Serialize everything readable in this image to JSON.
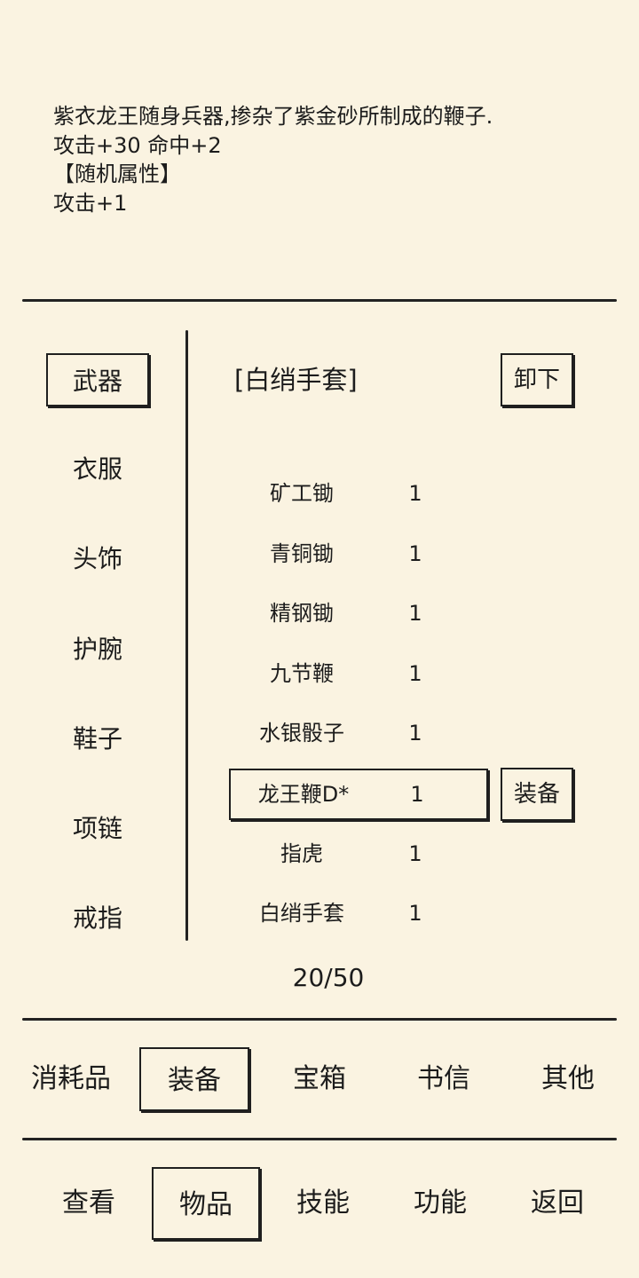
{
  "description": {
    "line1": "紫衣龙王随身兵器,掺杂了紫金砂所制成的鞭子.",
    "line2": "攻击+30 命中+2",
    "line3": "【随机属性】",
    "line4": "攻击+1"
  },
  "categories": [
    {
      "label": "武器",
      "selected": true
    },
    {
      "label": "衣服"
    },
    {
      "label": "头饰"
    },
    {
      "label": "护腕"
    },
    {
      "label": "鞋子"
    },
    {
      "label": "项链"
    },
    {
      "label": "戒指"
    }
  ],
  "equipped": {
    "label": "[白绡手套]",
    "unequip_button": "卸下"
  },
  "items": [
    {
      "name": "矿工锄",
      "qty": "1"
    },
    {
      "name": "青铜锄",
      "qty": "1"
    },
    {
      "name": "精钢锄",
      "qty": "1"
    },
    {
      "name": "九节鞭",
      "qty": "1"
    },
    {
      "name": "水银骰子",
      "qty": "1"
    },
    {
      "name": "龙王鞭D*",
      "qty": "1",
      "selected": true
    },
    {
      "name": "指虎",
      "qty": "1"
    },
    {
      "name": "白绡手套",
      "qty": "1"
    }
  ],
  "equip_button": "装备",
  "capacity": "20/50",
  "tabs": [
    {
      "label": "消耗品"
    },
    {
      "label": "装备",
      "selected": true
    },
    {
      "label": "宝箱"
    },
    {
      "label": "书信"
    },
    {
      "label": "其他"
    }
  ],
  "nav": [
    {
      "label": "查看"
    },
    {
      "label": "物品",
      "selected": true
    },
    {
      "label": "技能"
    },
    {
      "label": "功能"
    },
    {
      "label": "返回"
    }
  ],
  "colors": {
    "background": "#faf3e1",
    "ink": "#1c1c1c"
  }
}
